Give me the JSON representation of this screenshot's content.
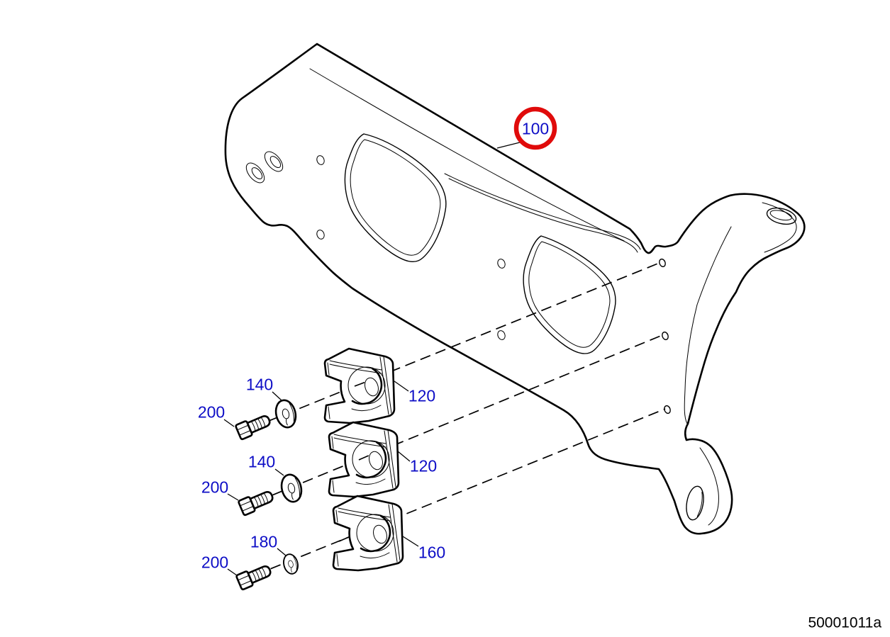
{
  "figure": {
    "drawing_id": "50001011a",
    "kind": "exploded-parts-diagram",
    "highlighted_callout": "100"
  },
  "colors": {
    "background": "#ffffff",
    "line": "#000000",
    "callout_text": "#0d0dc6",
    "highlight_ring": "#e00b0b"
  },
  "callouts": [
    {
      "label": "100",
      "part": "mounting-bracket",
      "highlighted": true
    },
    {
      "label": "140",
      "part": "washer"
    },
    {
      "label": "200",
      "part": "bolt"
    },
    {
      "label": "120",
      "part": "pipe-clamp"
    },
    {
      "label": "140",
      "part": "washer"
    },
    {
      "label": "200",
      "part": "bolt"
    },
    {
      "label": "120",
      "part": "pipe-clamp"
    },
    {
      "label": "180",
      "part": "washer"
    },
    {
      "label": "200",
      "part": "bolt"
    },
    {
      "label": "160",
      "part": "pipe-clamp"
    }
  ]
}
